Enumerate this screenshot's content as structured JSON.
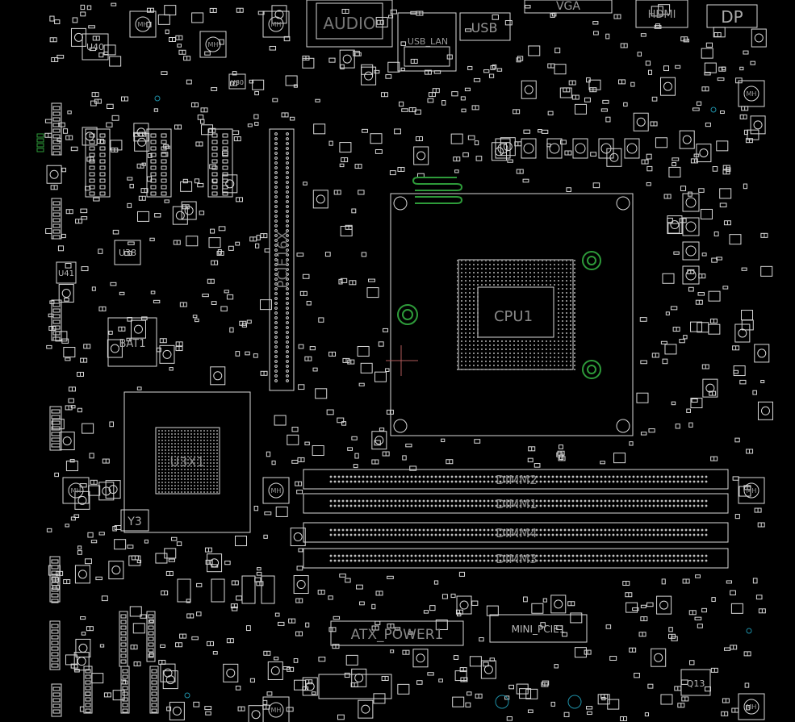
{
  "board": {
    "background": "#000000",
    "outline_color": "#d8d8d8",
    "mount_color": "#2e9b3a",
    "hole_color": "#1e8fa6",
    "marker_color": "#b05a5a"
  },
  "labels": {
    "audio": "AUDIO",
    "usb_lan": "USB_LAN",
    "usb": "USB",
    "vga": "VGA",
    "hdmi": "HDMI",
    "dp": "DP",
    "u40": "U40",
    "u38": "U38",
    "u41": "U41",
    "u30": "U30",
    "bat1": "BAT1",
    "pcie": "PCIE16X",
    "cpu": "CPU1",
    "u3x1": "U3X1",
    "y3": "Y3",
    "dimm2": "DIMM2",
    "dimm1": "DIMM1",
    "dimm4": "DIMM4",
    "dimm3": "DIMM3",
    "atx": "ATX_POWER1",
    "mini_pcie": "MINI_PCIE1",
    "q13": "Q13",
    "mh": "MH"
  }
}
